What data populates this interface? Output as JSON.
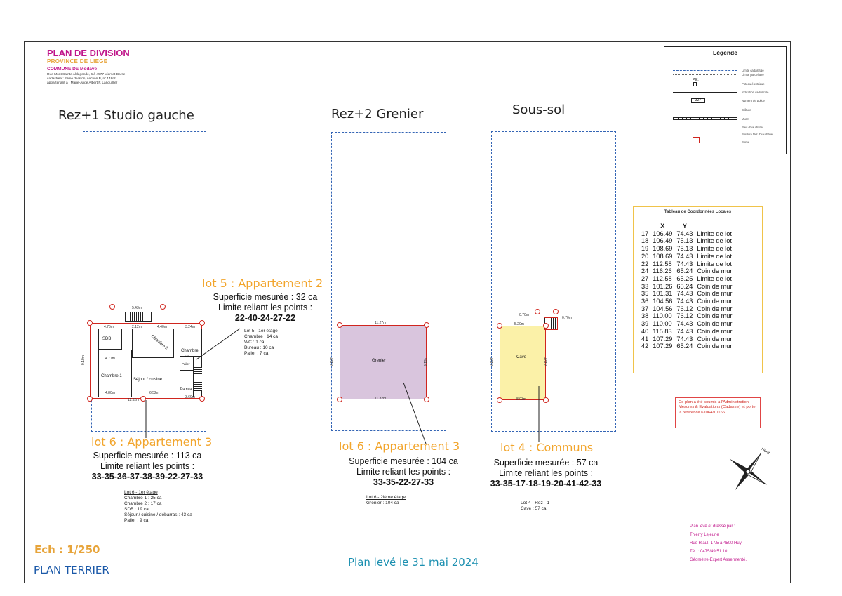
{
  "header": {
    "title": "PLAN DE DIVISION",
    "province": "PROVINCE DE LIEGE",
    "commune": "COMMUNE DE Modave",
    "line1": "Rue Mont Sainte Aldegonde, 6 à 4577 Vierset-Barse",
    "line2": "cadastrée : 2ème division, section B, n° 148r2",
    "line3": "appartenant à : Marie-Ange Albert F. Languillier"
  },
  "sections": {
    "s1": "Rez+1  Studio  gauche",
    "s2": "Rez+2  Grenier",
    "s3": "Sous-sol"
  },
  "lots": {
    "lot5": {
      "name": "lot 5 : Appartement 2",
      "area": "Superficie mesurée : 32 ca",
      "limit_label": "Limite reliant les points :",
      "points": "22-40-24-27-22",
      "detail_title": "Lot 5 - 1er étage",
      "details": [
        "Chambre : 14 ca",
        "WC : 1 ca",
        "Bureau : 10 ca",
        "Palier : 7 ca"
      ]
    },
    "lot6a": {
      "name": "lot 6 : Appartement 3",
      "area": "Superficie mesurée : 113 ca",
      "limit_label": "Limite reliant les points :",
      "points": "33-35-36-37-38-39-22-27-33",
      "detail_title": "Lot 6 - 1er étage",
      "details": [
        "Chambre 1 : 25 ca",
        "Chambre 2 : 17 ca",
        "SDB : 19 ca",
        "Séjour / cuisine / débarras : 43 ca",
        "Palier : 9 ca"
      ]
    },
    "lot6b": {
      "name": "lot 6 : Appartement 3",
      "area": "Superficie mesurée : 104 ca",
      "limit_label": "Limite reliant les points :",
      "points": "33-35-22-27-33",
      "detail_title": "Lot 6 - 2ième étage",
      "details": [
        "Grenier : 104 ca"
      ]
    },
    "lot4": {
      "name": "lot 4 : Communs",
      "area": "Superficie mesurée : 57 ca",
      "limit_label": "Limite reliant les points :",
      "points": "33-35-17-18-19-20-41-42-33",
      "detail_title": "Lot 4 - Rez - 1",
      "details": [
        "Cave : 57 ca"
      ]
    }
  },
  "rooms": {
    "sdb": "SDB",
    "chambre1": "Chambre 1",
    "chambre2": "Chambre 2",
    "chambre": "Chambre",
    "sejour": "Séjour / cuisine",
    "bureau": "Bureau",
    "palier": "Palier",
    "wc": "WC",
    "grenier": "Grenier",
    "cave": "Cave"
  },
  "dims": {
    "d543": "5.43m",
    "d475": "4.75m",
    "d212": "2.12m",
    "d440": "4.40m",
    "d324": "3.24m",
    "d477": "4.77m",
    "d480": "4.80m",
    "d652": "6.52m",
    "d1132": "11.32m",
    "d369": "3.69m",
    "d919": "9.19m",
    "d1127": "11.27m",
    "d070a": "0.70m",
    "d070b": "0.70m",
    "d520": "5.20m",
    "d803": "8.03m"
  },
  "legend": {
    "title": "Légende",
    "items": [
      "Limite cadastrale",
      "Limite parcellaire",
      "Poteau électrique",
      "Indication cadastrale",
      "Numéro de police",
      "Clôture",
      "Muret",
      "Pied d'eau bâtie",
      "Bordure filet d'eau bâtie",
      "Borne"
    ],
    "pe": "P.E.",
    "num": "327"
  },
  "coord_table": {
    "title": "Tableau de Coordonnées Locales",
    "headers": [
      "",
      "X",
      "Y",
      ""
    ],
    "rows": [
      [
        "17",
        "106.49",
        "74.43",
        "Limite de lot"
      ],
      [
        "18",
        "106.49",
        "75.13",
        "Limite de lot"
      ],
      [
        "19",
        "108.69",
        "75.13",
        "Limite de lot"
      ],
      [
        "20",
        "108.69",
        "74.43",
        "Limite de lot"
      ],
      [
        "22",
        "112.58",
        "74.43",
        "Limite de lot"
      ],
      [
        "24",
        "116.26",
        "65.24",
        "Coin de mur"
      ],
      [
        "27",
        "112.58",
        "65.25",
        "Limite de lot"
      ],
      [
        "33",
        "101.26",
        "65.24",
        "Coin de mur"
      ],
      [
        "35",
        "101.31",
        "74.43",
        "Coin de mur"
      ],
      [
        "36",
        "104.56",
        "74.43",
        "Coin de mur"
      ],
      [
        "37",
        "104.56",
        "76.12",
        "Coin de mur"
      ],
      [
        "38",
        "110.00",
        "76.12",
        "Coin de mur"
      ],
      [
        "39",
        "110.00",
        "74.43",
        "Coin de mur"
      ],
      [
        "40",
        "115.83",
        "74.43",
        "Coin de mur"
      ],
      [
        "41",
        "107.29",
        "74.43",
        "Coin de mur"
      ],
      [
        "42",
        "107.29",
        "65.24",
        "Coin de mur"
      ]
    ]
  },
  "note": "Ce plan a été soumis à l'Administration Mesures & Evaluations (Cadastre) et porte la référence 61064/10166",
  "footer": {
    "scale": "Ech : 1/250",
    "plan": "PLAN TERRIER",
    "date": "Plan levé le 31 mai 2024"
  },
  "author": {
    "l1": "Plan levé et dressé par :",
    "l2": "Thierry Lejeune",
    "l3": "Rue Riaul, 17/5 à 4500 Huy",
    "l4": "Tél. : 0475/49.51.10",
    "l5": "Géomètre-Expert Assermenté."
  },
  "compass": {
    "label": "Nord"
  },
  "colors": {
    "magenta": "#c0158a",
    "orange": "#f2a52c",
    "blue": "#3465b5",
    "red": "#d0261f",
    "grenier_fill": "#d9c5dd",
    "cave_fill": "#fbf1a8"
  }
}
